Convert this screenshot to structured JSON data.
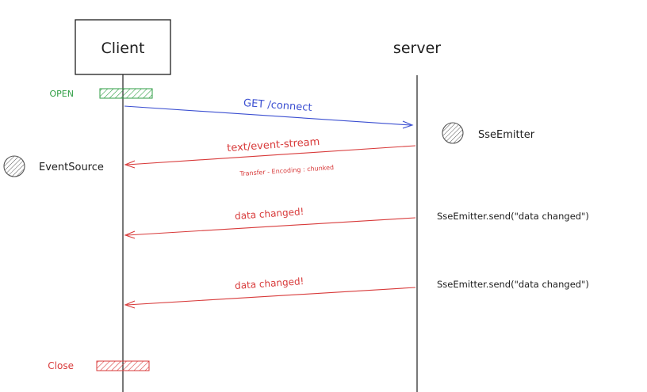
{
  "participants": {
    "client": "Client",
    "server": "server"
  },
  "states": {
    "open": "OPEN",
    "close": "Close"
  },
  "objects": {
    "client_obj": "EventSource",
    "server_obj": "SseEmitter"
  },
  "messages": [
    {
      "label": "GET /connect",
      "sub": "",
      "color": "#3b4fd1",
      "direction": "client-to-server"
    },
    {
      "label": "text/event-stream",
      "sub": "Transfer - Encoding : chunked",
      "color": "#d83a3a",
      "direction": "server-to-client"
    },
    {
      "label": "data changed!",
      "sub": "",
      "color": "#d83a3a",
      "direction": "server-to-client",
      "server_note": "SseEmitter.send(\"data changed\")"
    },
    {
      "label": "data changed!",
      "sub": "",
      "color": "#d83a3a",
      "direction": "server-to-client",
      "server_note": "SseEmitter.send(\"data changed\")"
    }
  ],
  "colors": {
    "ink": "#1e1e1e",
    "open_green": "#2f9e44",
    "close_red": "#d83a3a",
    "blue": "#3b4fd1",
    "red": "#d83a3a"
  }
}
